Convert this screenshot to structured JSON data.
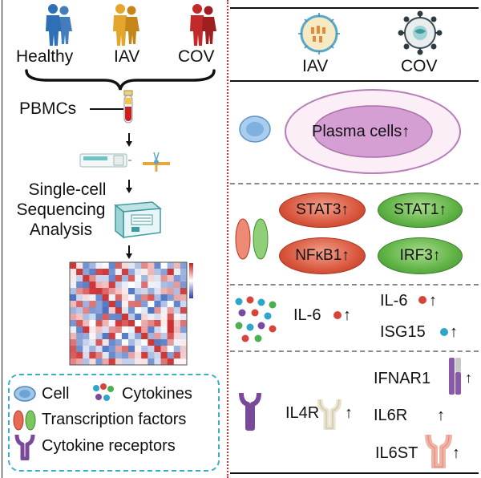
{
  "left": {
    "groups": [
      "Healthy",
      "IAV",
      "COV"
    ],
    "pbmcs": "PBMCs",
    "analysis": [
      "Single-cell",
      "Sequencing",
      "Analysis"
    ],
    "legend": {
      "cell": "Cell",
      "cytokines": "Cytokines",
      "tf": "Transcription factors",
      "receptors": "Cytokine receptors"
    }
  },
  "right": {
    "viruses": [
      "IAV",
      "COV"
    ],
    "plasma": "Plasma cells↑",
    "tfs": {
      "stat3": "STAT3↑",
      "stat1": "STAT1↑",
      "nfkb1": "NFκB1↑",
      "irf3": "IRF3↑"
    },
    "cytokines": {
      "il6_left": "IL-6",
      "il6_right": "IL-6",
      "isg15": "ISG15"
    },
    "receptors": {
      "il4r": "IL4R",
      "ifnar1": "IFNAR1",
      "il6r": "IL6R",
      "il6st": "IL6ST"
    },
    "arrow": "↑"
  },
  "colors": {
    "divider": "#e0262b",
    "person_healthy": "#2f6fb5",
    "person_iav": "#e3a52b",
    "person_cov": "#c2292b",
    "cell": "#7fb3e0",
    "plasma": "#c98ac9",
    "tf_red": "#d9563e",
    "tf_green": "#5fb245",
    "receptor": "#7a4a9a",
    "legend_border": "#3ab0c8"
  }
}
